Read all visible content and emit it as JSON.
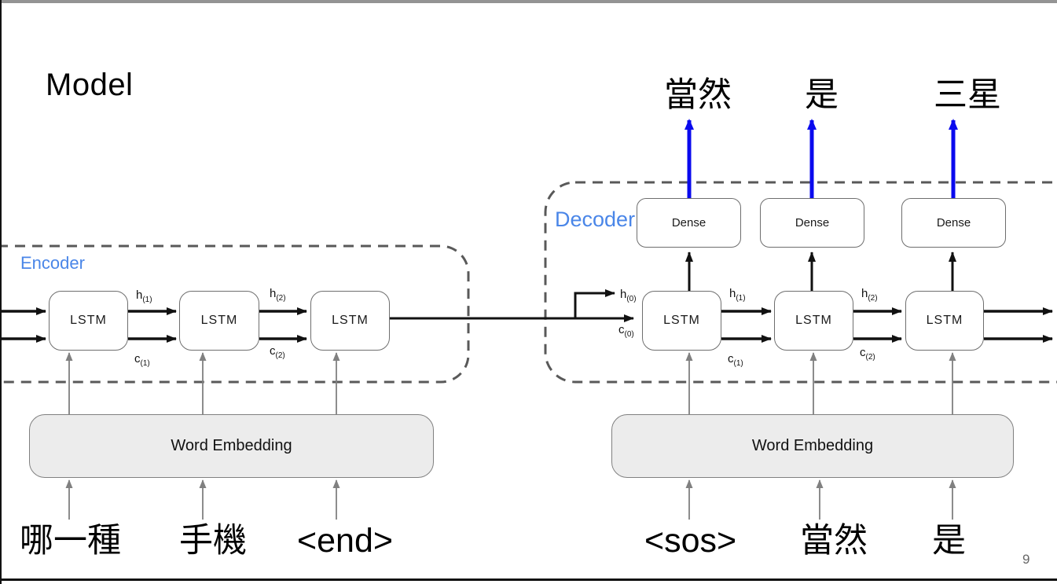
{
  "slide": {
    "title": "Model",
    "page_number": "9"
  },
  "encoder": {
    "label": "Encoder",
    "units": [
      "LSTM",
      "LSTM",
      "LSTM"
    ],
    "embedding_label": "Word Embedding",
    "inputs": [
      "哪一種",
      "手機",
      "<end>"
    ],
    "state_labels": [
      {
        "base": "h",
        "sub": "(1)"
      },
      {
        "base": "c",
        "sub": "(1)"
      },
      {
        "base": "h",
        "sub": "(2)"
      },
      {
        "base": "c",
        "sub": "(2)"
      }
    ]
  },
  "decoder": {
    "label": "Decoder",
    "units": [
      "LSTM",
      "LSTM",
      "LSTM"
    ],
    "dense_labels": [
      "Dense",
      "Dense",
      "Dense"
    ],
    "embedding_label": "Word Embedding",
    "inputs": [
      "<sos>",
      "當然",
      "是"
    ],
    "outputs": [
      "當然",
      "是",
      "三星"
    ],
    "state_labels": [
      {
        "base": "h",
        "sub": "(0)"
      },
      {
        "base": "c",
        "sub": "(0)"
      },
      {
        "base": "h",
        "sub": "(1)"
      },
      {
        "base": "c",
        "sub": "(1)"
      },
      {
        "base": "h",
        "sub": "(2)"
      },
      {
        "base": "c",
        "sub": "(2)"
      }
    ]
  },
  "colors": {
    "accent_blue": "#4a86e8",
    "arrow_blue": "#0a0aee",
    "dash_gray": "#595959",
    "arrow_gray": "#808080",
    "box_border": "#6e6e6e",
    "embedding_fill": "#ececec"
  }
}
